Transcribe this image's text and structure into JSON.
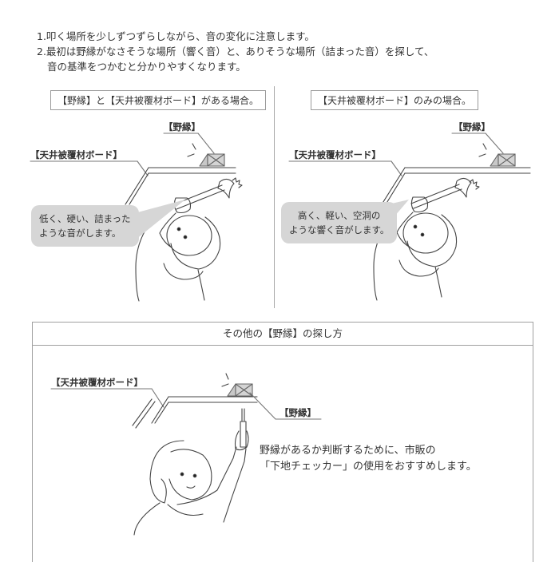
{
  "instructions": {
    "line1": "1.叩く場所を少しずつずらしながら、音の変化に注意します。",
    "line2": "2.最初は野縁がなさそうな場所（響く音）と、ありそうな場所（詰まった音）を探して、",
    "line3": "音の基準をつかむと分かりやすくなります。"
  },
  "left_panel": {
    "title": "【野縁】と【天井被覆材ボード】がある場合。",
    "joist_label": "【野縁】",
    "board_label": "【天井被覆材ボード】",
    "bubble_line1": "低く、硬い、詰まった",
    "bubble_line2": "ような音がします。"
  },
  "right_panel": {
    "title": "【天井被覆材ボード】のみの場合。",
    "joist_label": "【野縁】",
    "board_label": "【天井被覆材ボード】",
    "bubble_line1": "高く、軽い、空洞の",
    "bubble_line2": "ような響く音がします。"
  },
  "bottom_panel": {
    "title": "その他の【野縁】の探し方",
    "board_label": "【天井被覆材ボード】",
    "joist_label": "【野縁】",
    "tip_line1": "野縁があるか判断するために、市販の",
    "tip_line2": "「下地チェッカー」の使用をおすすめします。"
  },
  "colors": {
    "text": "#333333",
    "bubble_bg": "#d6d6d6",
    "border": "#a0a0a0",
    "joist_fill": "#c8c8c8"
  }
}
